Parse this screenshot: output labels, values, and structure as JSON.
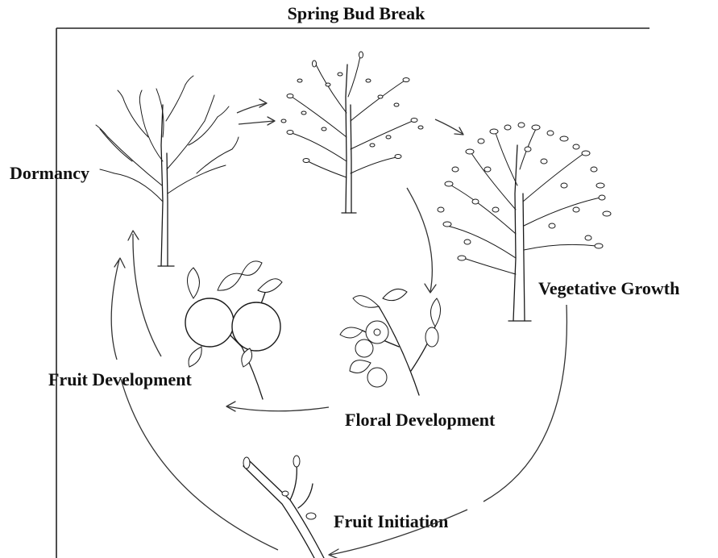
{
  "diagram": {
    "stages": {
      "spring_bud_break": "Spring Bud Break",
      "dormancy": "Dormancy",
      "vegetative_growth": "Vegetative Growth",
      "floral_development": "Floral Development",
      "fruit_development": "Fruit Development",
      "fruit_initiation": "Fruit Initiation"
    },
    "illustrations": {
      "dormant_tree": "bare-tree-icon",
      "budding_tree": "budding-tree-icon",
      "full_tree": "leafy-tree-icon",
      "flower_branch": "flower-branch-icon",
      "fruit_branch": "fruit-branch-icon",
      "twig": "twig-icon"
    }
  }
}
